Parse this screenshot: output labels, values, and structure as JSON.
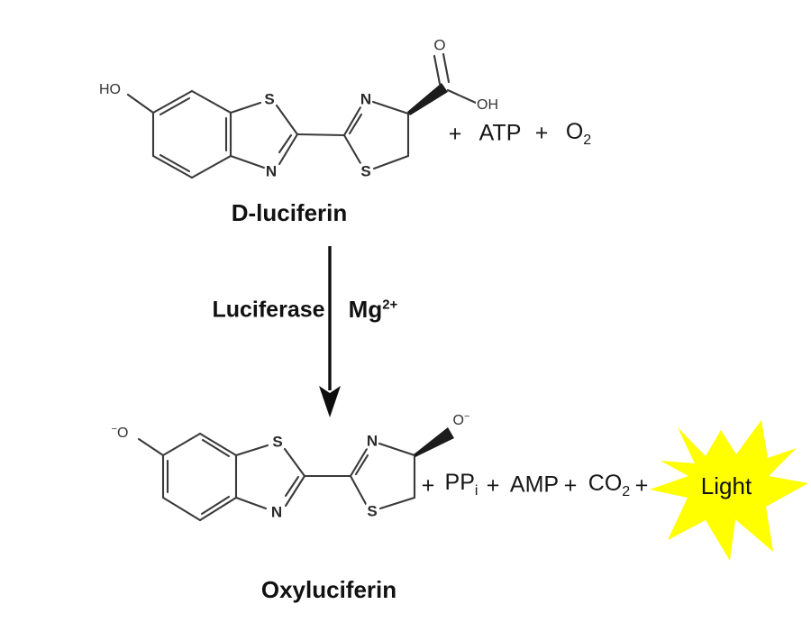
{
  "colors": {
    "bond": "#3a3a3a",
    "text": "#1a1a1a",
    "star_yellow": "#ffff00"
  },
  "molecules": {
    "d_luciferin": {
      "name": "D-luciferin",
      "labels": {
        "hydroxyl": "HO",
        "s_benzothiazole": "S",
        "n_benzothiazole": "N",
        "n_thiazoline": "N",
        "s_thiazoline": "S",
        "carbonyl_o": "O",
        "acid_oh": "OH"
      }
    },
    "oxyluciferin": {
      "name": "Oxyluciferin",
      "labels": {
        "phenolate_charge": "−",
        "phenolate_o": "O",
        "s_benzothiazole": "S",
        "n_benzothiazole": "N",
        "n_thiazoline": "N",
        "s_thiazoline": "S",
        "alkoxide_o": "O",
        "alkoxide_charge": "−"
      }
    }
  },
  "reaction": {
    "enzyme": "Luciferase",
    "cofactor": {
      "base": "Mg",
      "sup": "2+"
    },
    "reactants": {
      "plus1": "+",
      "atp": "ATP",
      "plus2": "+",
      "o2": {
        "base": "O",
        "sub": "2"
      }
    },
    "products": {
      "plus1": "+",
      "ppi": {
        "base": "PP",
        "sub": "i"
      },
      "plus2": "+",
      "amp": "AMP",
      "plus3": "+",
      "co2": {
        "base": "CO",
        "sub": "2"
      },
      "plus4": "+",
      "light": "Light"
    }
  }
}
